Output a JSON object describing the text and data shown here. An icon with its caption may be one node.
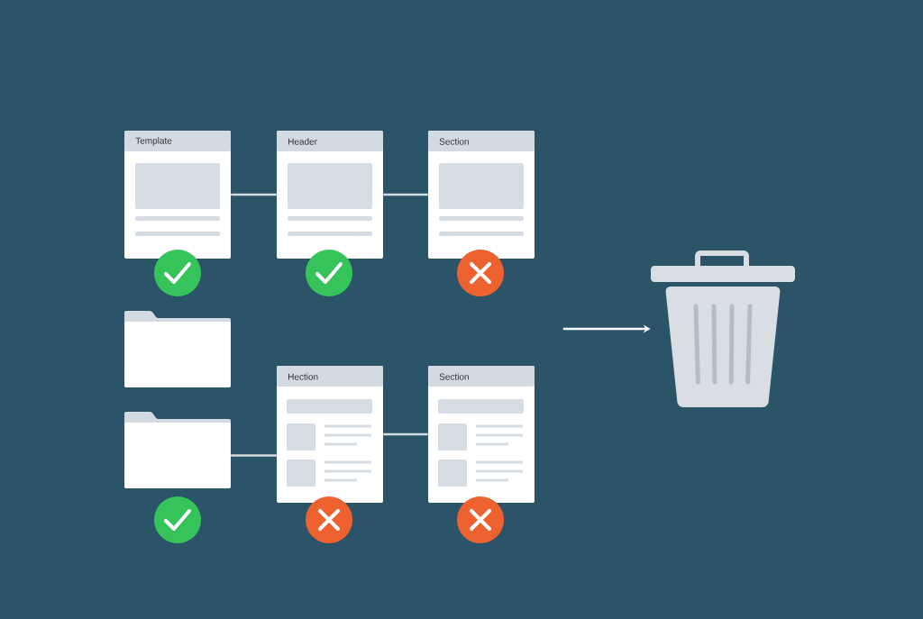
{
  "diagram": {
    "nodes": [
      {
        "text": [
          "Template"
        ]
      },
      {
        "text": [
          "Header"
        ]
      },
      {
        "text": [
          "Section"
        ]
      },
      {
        "text": [],
        "shape": "folder"
      },
      {
        "text": [],
        "shape": "folder"
      },
      {
        "text": [
          "Hection"
        ]
      },
      {
        "text": [
          "Section"
        ]
      },
      {
        "text": [],
        "shape": "bin"
      }
    ],
    "edges": [
      {
        "from": 0,
        "to": 1,
        "arrow": "none"
      },
      {
        "from": 1,
        "to": 2,
        "arrow": "none"
      },
      {
        "from": 4,
        "to": 5,
        "arrow": "none"
      },
      {
        "from": 5,
        "to": 6,
        "arrow": "none"
      },
      {
        "from": null,
        "to": 7,
        "arrow": "to",
        "color": "#ffffff"
      }
    ]
  }
}
